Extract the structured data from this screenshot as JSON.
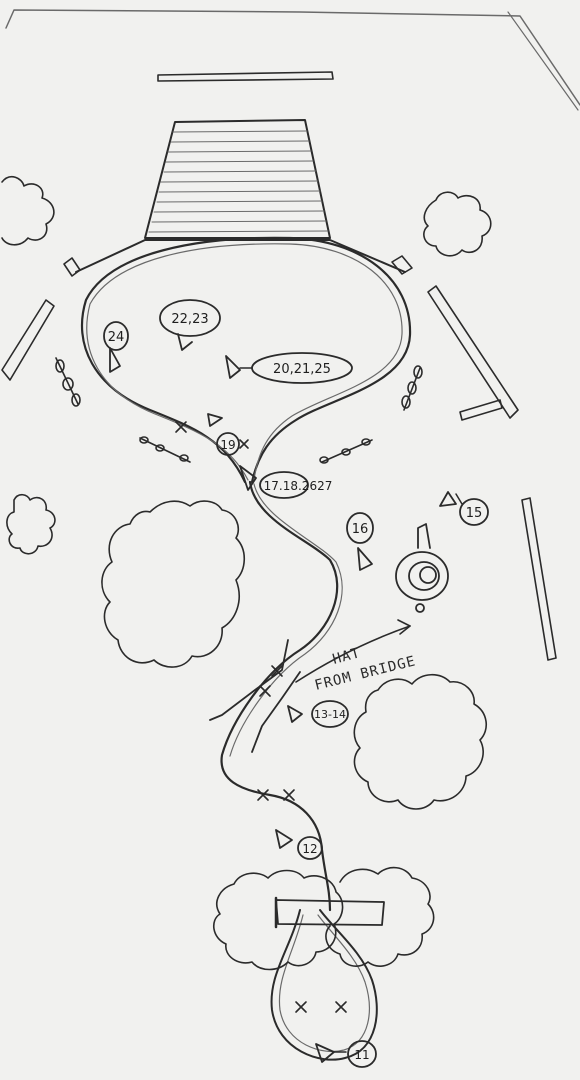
{
  "markers": {
    "m11": "11",
    "m12": "12",
    "m13": "13-14",
    "m15": "15",
    "m16": "16",
    "m17": "17.18.2627",
    "m19": "19",
    "m20": "20,21,25",
    "m22": "22,23",
    "m24": "24"
  },
  "notes": {
    "line1": "HAT",
    "line2": "FROM BRIDGE"
  }
}
